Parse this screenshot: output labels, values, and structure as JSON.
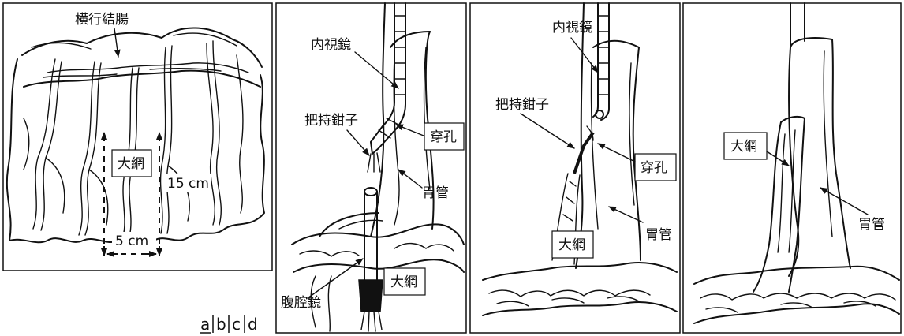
{
  "panels": {
    "a": {
      "letter": "a",
      "transverse_colon": "横行結腸",
      "omentum": "大網",
      "length_15": "15 cm",
      "width_5": "5 cm"
    },
    "b": {
      "letter": "b",
      "endoscope": "内視鏡",
      "forceps": "把持鉗子",
      "perforation": "穿孔",
      "gastric_tube": "胃管",
      "omentum": "大網",
      "laparoscope": "腹腔鏡"
    },
    "c": {
      "letter": "c",
      "endoscope": "内視鏡",
      "forceps": "把持鉗子",
      "perforation": "穿孔",
      "gastric_tube": "胃管",
      "omentum": "大網"
    },
    "d": {
      "letter": "d",
      "omentum": "大網",
      "gastric_tube": "胃管"
    }
  },
  "colors": {
    "ink": "#111111",
    "background": "#ffffff"
  }
}
